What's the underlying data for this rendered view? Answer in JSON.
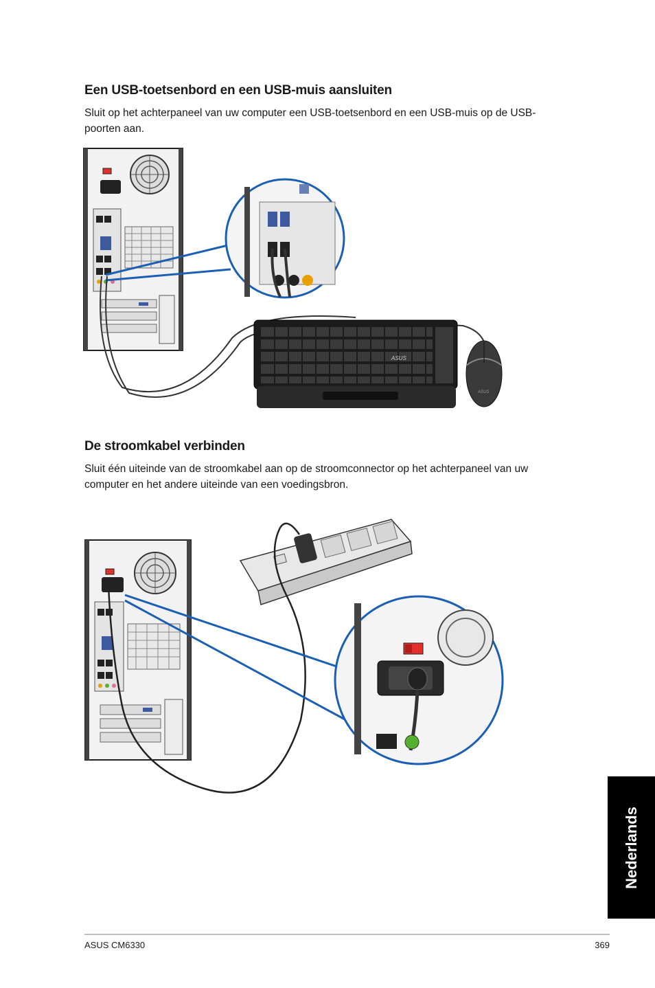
{
  "section_usb": {
    "title": "Een USB-toetsenbord en een USB-muis aansluiten",
    "body": "Sluit op het achterpaneel van uw computer een USB-toetsenbord en een USB-muis op de USB-poorten aan."
  },
  "section_power": {
    "title": "De stroomkabel verbinden",
    "body": "Sluit één uiteinde van de stroomkabel aan op de stroomconnector op het achterpaneel van uw computer en het andere uiteinde van een voedingsbron."
  },
  "side_tab": {
    "label": "Nederlands"
  },
  "footer": {
    "product": "ASUS CM6330",
    "page_number": "369"
  },
  "keyboard_brand": "ASUS",
  "mouse_brand": "ASUS",
  "colors": {
    "callout_blue": "#1a5fb4",
    "switch_red": "#e0312b"
  }
}
